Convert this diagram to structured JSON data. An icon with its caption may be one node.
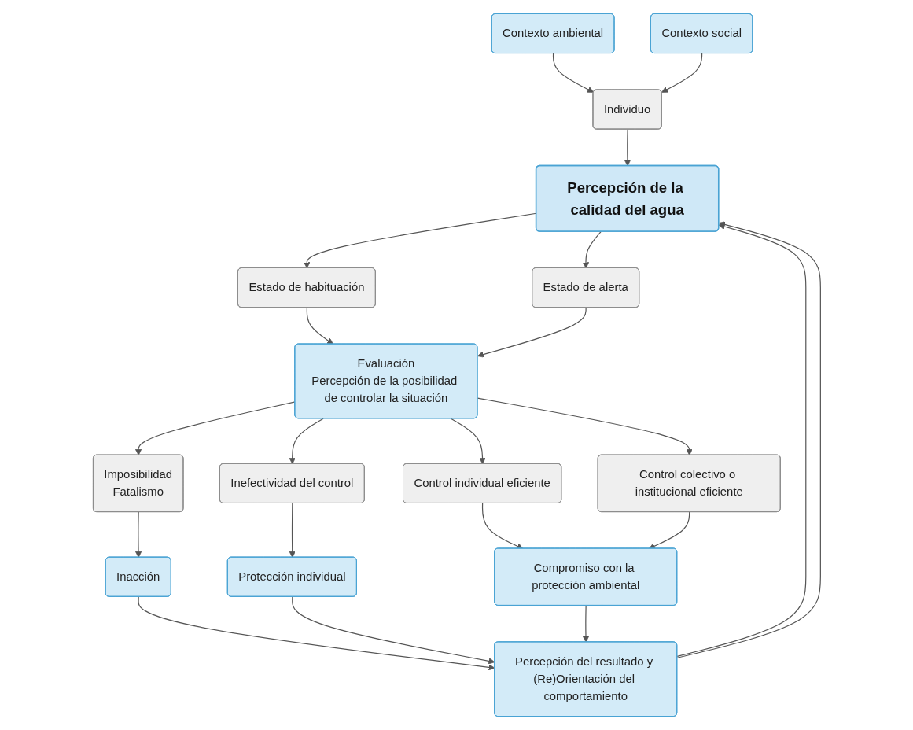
{
  "diagram": {
    "nodes": [
      {
        "text": [
          "Contexto ambiental"
        ]
      },
      {
        "text": [
          "Individuo"
        ]
      },
      {
        "text": [
          "Contexto social"
        ]
      },
      {
        "text": [
          "Percepción de la calidad del agua"
        ]
      },
      {
        "text": [
          "Estado de habituación"
        ]
      },
      {
        "text": [
          "Estado de alerta"
        ]
      },
      {
        "text": [
          "Evaluación",
          "Percepción de la posibilidad de controlar la situación"
        ]
      },
      {
        "text": [
          "Imposibilidad",
          "Fatalismo"
        ]
      },
      {
        "text": [
          "Inefectividad del control"
        ]
      },
      {
        "text": [
          "Control individual eficiente"
        ]
      },
      {
        "text": [
          "Control colectivo o institucional eficiente"
        ]
      },
      {
        "text": [
          "Inacción"
        ]
      },
      {
        "text": [
          "Protección individual"
        ]
      },
      {
        "text": [
          "Compromiso con la protección ambiental"
        ]
      },
      {
        "text": [
          "Percepción del resultado y (Re)Orientación del comportamiento"
        ]
      }
    ],
    "edges": [
      {
        "from": 0,
        "to": 1,
        "arrow": "to"
      },
      {
        "from": 2,
        "to": 1,
        "arrow": "to"
      },
      {
        "from": 1,
        "to": 3,
        "arrow": "to"
      },
      {
        "from": 3,
        "to": 4,
        "arrow": "to"
      },
      {
        "from": 3,
        "to": 5,
        "arrow": "to"
      },
      {
        "from": 4,
        "to": 6,
        "arrow": "to"
      },
      {
        "from": 5,
        "to": 6,
        "arrow": "to"
      },
      {
        "from": 6,
        "to": 7,
        "arrow": "to"
      },
      {
        "from": 6,
        "to": 8,
        "arrow": "to"
      },
      {
        "from": 6,
        "to": 9,
        "arrow": "to"
      },
      {
        "from": 6,
        "to": 10,
        "arrow": "to"
      },
      {
        "from": 7,
        "to": 11,
        "arrow": "to"
      },
      {
        "from": 8,
        "to": 12,
        "arrow": "to"
      },
      {
        "from": 9,
        "to": 13,
        "arrow": "to"
      },
      {
        "from": 10,
        "to": 13,
        "arrow": "to"
      },
      {
        "from": 11,
        "to": 14,
        "arrow": "to"
      },
      {
        "from": 12,
        "to": 14,
        "arrow": "to"
      },
      {
        "from": 13,
        "to": 14,
        "arrow": "to"
      },
      {
        "from": 14,
        "to": 3,
        "arrow": "to"
      },
      {
        "from": 14,
        "to": 3,
        "arrow": "to"
      }
    ]
  }
}
